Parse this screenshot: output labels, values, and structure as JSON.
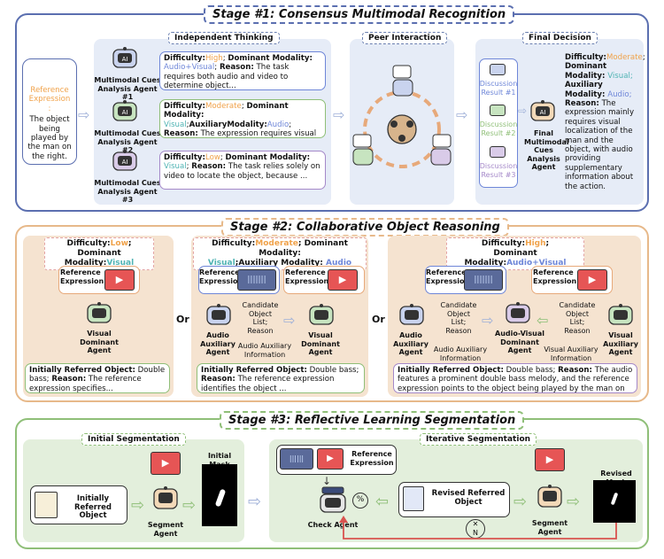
{
  "stage1": {
    "title": "Stage #1: Consensus Multimodal Recognition",
    "reference_label": "Reference Expression :",
    "reference_text": "The object being played by the man on the right.",
    "independent_title": "Independent Thinking",
    "peer_title": "Peer Interaction",
    "final_title": "Final Decision",
    "agents": [
      {
        "name": "Multimodal Cues Analysis Agent #1",
        "difficulty": "High",
        "dominant": "Audio+Visual",
        "reason": "The task requires both audio and video to determine object..."
      },
      {
        "name": "Multimodal Cues Analysis Agent #2",
        "difficulty": "Moderate",
        "dominant": "Visual",
        "auxiliary": "Audio",
        "reason": "The expression requires visual more than audio to find the object..."
      },
      {
        "name": "Multimodal Cues Analysis Agent #3",
        "difficulty": "Low",
        "dominant": "Visual",
        "reason": "The task relies solely on video to locate the object, because ..."
      }
    ],
    "labels": {
      "difficulty": "Difficulty:",
      "dominant": "Dominant Modality:",
      "auxiliary": "AuxiliaryModality:",
      "reason": "Reason:"
    },
    "discussions": [
      "Discussion Result #1",
      "Discussion Result #2",
      "Discussion Result #3"
    ],
    "final_agent": "Final Multimodal Cues Analysis Agent",
    "final": {
      "difficulty_label": "Difficulty:",
      "difficulty": "Moderate",
      "dominant_label": "Dominant Modality:",
      "dominant": "Visual;",
      "auxiliary_label": "Auxiliary Modality:",
      "auxiliary": "Audio;",
      "reason_label": "Reason:",
      "reason": "The expression mainly requires visual localization of the man and the object, with audio providing supplementary information about the action."
    }
  },
  "stage2": {
    "title": "Stage #2: Collaborative Object Reasoning",
    "or": "Or",
    "ref_expr": "Reference Expression",
    "col1": {
      "header_diff": "Difficulty:",
      "diff": "Low",
      "header_dom": "Dominant Modality:",
      "dom": "Visual",
      "agent": "Visual Dominant Agent",
      "result_label": "Initially Referred Object:",
      "result_obj": "Double bass;",
      "reason_label": "Reason:",
      "reason": "The reference expression specifies..."
    },
    "col2": {
      "header_diff": "Difficulty:",
      "diff": "Moderate",
      "header_dom": "; Dominant Modality:",
      "dom": "Visual",
      "header_aux": ";Auxiliary Modality:",
      "aux": "Audio",
      "audio_agent": "Audio Auxiliary Agent",
      "candidate": "Candidate Object List; Reason",
      "aux_info": "Audio Auxiliary Information",
      "agent": "Visual Dominant Agent",
      "result_label": "Initially Referred Object:",
      "result_obj": "Double bass;",
      "reason_label": "Reason:",
      "reason": "The reference expression identifies the object ..."
    },
    "col3": {
      "header_diff": "Difficulty:",
      "diff": "High",
      "header_dom": "Dominant Modality:",
      "dom": "Audio+Visual",
      "audio_agent": "Audio Auxiliary Agent",
      "candidate_left": "Candidate Object List; Reason",
      "aux_info_left": "Audio Auxiliary Information",
      "av_agent": "Audio-Visual Dominant Agent",
      "candidate_right": "Candidate Object List; Reason",
      "aux_info_right": "Visual Auxiliary Information",
      "visual_agent": "Visual Auxiliary Agent",
      "result_label": "Initially Referred Object:",
      "result_obj": "Double bass;",
      "reason_label": "Reason:",
      "reason": "The audio features a prominent double bass melody, and the reference expression points to the object being played by the man on the right..."
    }
  },
  "stage3": {
    "title": "Stage #3: Reflective Learning Segmentation",
    "initial_title": "Initial Segmentation",
    "iterative_title": "Iterative Segmentation",
    "initially_referred": "Initially Referred Object",
    "segment_agent": "Segment Agent",
    "initial_mask": "Initial Mask",
    "ref_expr": "Reference Expression",
    "check_agent": "Check Agent",
    "revised_referred": "Revised Referred Object",
    "revised_mask": "Revised Mask",
    "loop_symbol": "✕",
    "loop_n": "N"
  },
  "colors": {
    "stage1": "#5b6fb0",
    "stage2": "#e7b98a",
    "stage3": "#8fbf78"
  }
}
